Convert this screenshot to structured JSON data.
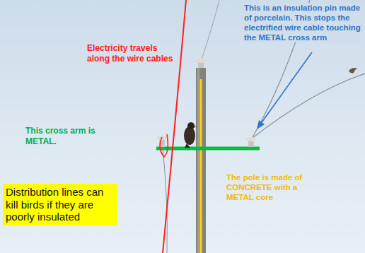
{
  "diagram": {
    "nodes": [
      {
        "text": [
          "Distribution lines can kill birds if they are poorly insulated"
        ]
      }
    ],
    "labels": [
      "This is an insulation pin made of porcelain. This stops the electrified wire cable touching the METAL cross arm",
      "Electricity travels along the wire cables",
      "This cross arm is METAL.",
      "The pole is made of CONCRETE with a METAL core"
    ]
  }
}
